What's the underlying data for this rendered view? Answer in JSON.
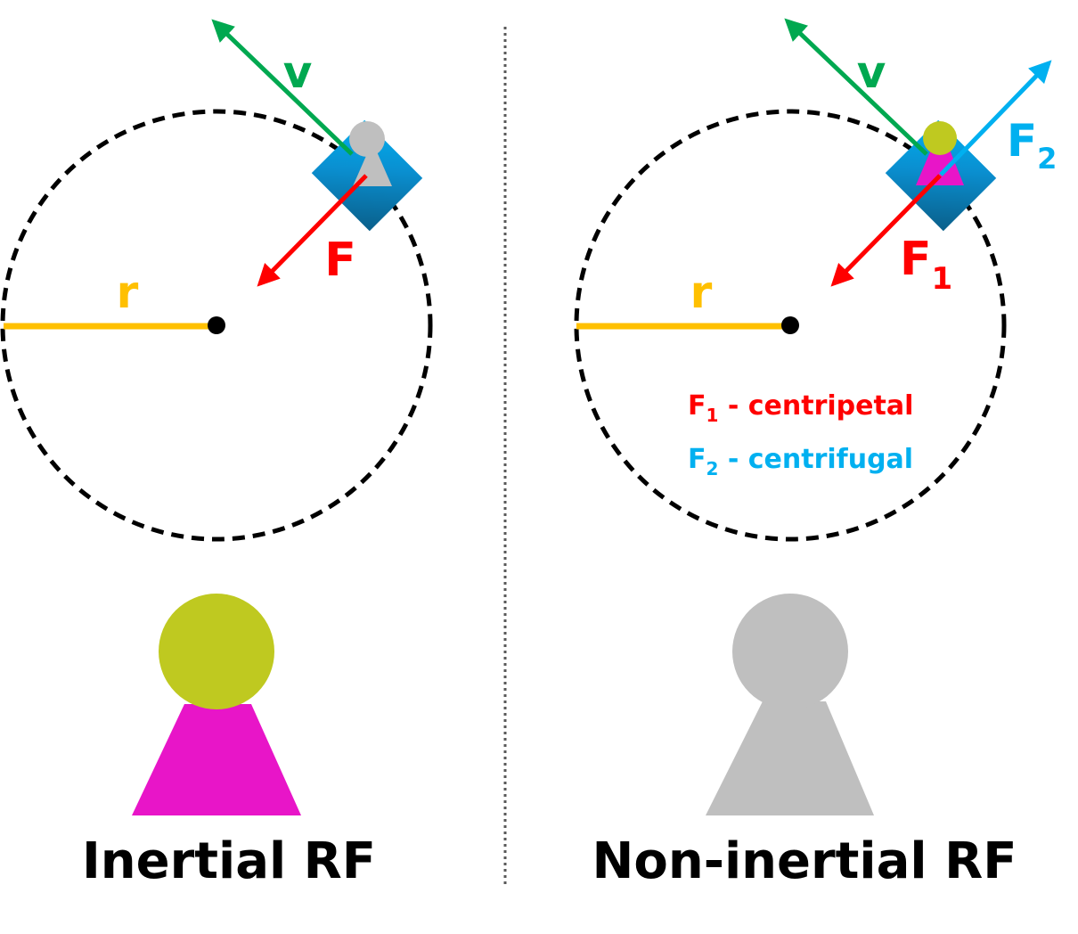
{
  "colors": {
    "velocity": "#00a850",
    "force_centripetal": "#ff0000",
    "force_centrifugal": "#00b0f0",
    "radius": "#ffc000",
    "orbit": "#000000",
    "divider": "#595959",
    "observer_head": "#bfc920",
    "observer_body": "#e815c8",
    "observer_gray": "#bfbfbf",
    "car_light": "#00b0f0",
    "car_dark": "#0a6fa0"
  },
  "left": {
    "velocity_label": "v",
    "force_label": "F",
    "radius_label": "r",
    "caption": "Inertial RF"
  },
  "right": {
    "velocity_label": "v",
    "f1_label": "F",
    "f1_sub": "1",
    "f2_label": "F",
    "f2_sub": "2",
    "radius_label": "r",
    "legend_f1_main": "F",
    "legend_f1_sub": "1",
    "legend_f1_desc": " - centripetal",
    "legend_f2_main": "F",
    "legend_f2_sub": "2",
    "legend_f2_desc": " - centrifugal",
    "caption": "Non-inertial RF"
  }
}
